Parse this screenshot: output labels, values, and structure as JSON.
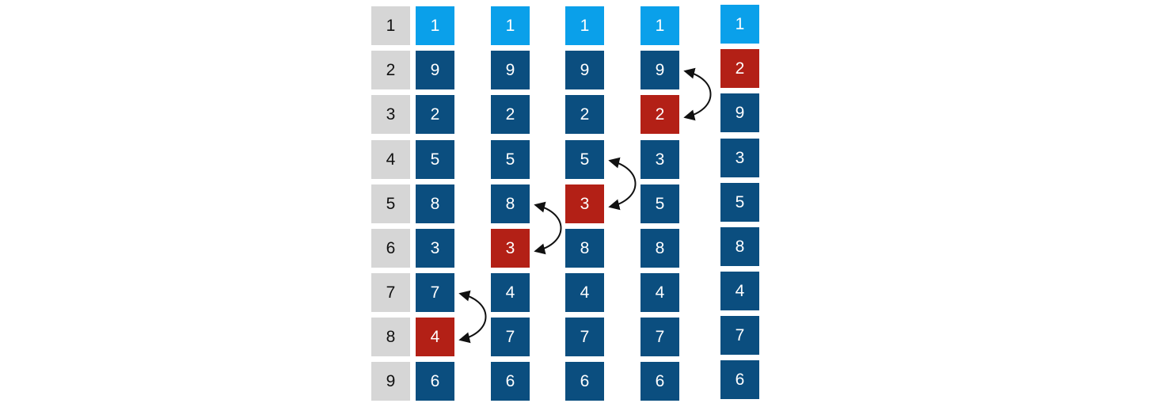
{
  "colors": {
    "index": "#d6d6d6",
    "normal": "#0b4e7f",
    "head": "#0aa0ea",
    "moved": "#b32016",
    "arrow": "#111111"
  },
  "index_column": [
    "1",
    "2",
    "3",
    "4",
    "5",
    "6",
    "7",
    "8",
    "9"
  ],
  "columns": [
    {
      "values": [
        "1",
        "9",
        "2",
        "5",
        "8",
        "3",
        "7",
        "4",
        "6"
      ],
      "highlight": 7
    },
    {
      "values": [
        "1",
        "9",
        "2",
        "5",
        "8",
        "3",
        "4",
        "7",
        "6"
      ],
      "highlight": 5
    },
    {
      "values": [
        "1",
        "9",
        "2",
        "5",
        "3",
        "8",
        "4",
        "7",
        "6"
      ],
      "highlight": 4
    },
    {
      "values": [
        "1",
        "9",
        "2",
        "3",
        "5",
        "8",
        "4",
        "7",
        "6"
      ],
      "highlight": 2
    },
    {
      "values": [
        "1",
        "2",
        "9",
        "3",
        "5",
        "8",
        "4",
        "7",
        "6"
      ],
      "highlight": 1
    }
  ],
  "swaps": [
    {
      "column": 0,
      "from_row": 6,
      "to_row": 7
    },
    {
      "column": 1,
      "from_row": 4,
      "to_row": 5
    },
    {
      "column": 2,
      "from_row": 3,
      "to_row": 4
    },
    {
      "column": 3,
      "from_row": 1,
      "to_row": 2
    }
  ]
}
